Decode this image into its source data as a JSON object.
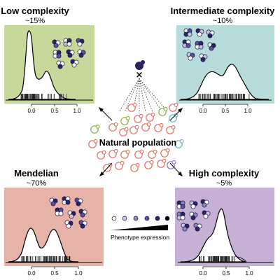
{
  "colors": {
    "low": "#c6d89a",
    "intermediate": "#b8dbdb",
    "mendelian": "#e7b2a8",
    "high": "#c6b0d6",
    "cell_red": "#e06d5c",
    "cell_green": "#7fb53b",
    "cell_teal": "#5ab9c1",
    "cell_purple": "#8b6bc0",
    "dark_dot": "#2a2466"
  },
  "center": {
    "label": "Natural population",
    "cross_symbol": "×"
  },
  "legend": {
    "label": "Phenotype expression"
  },
  "panels": {
    "low": {
      "title": "Low complexity",
      "percent": "~15%",
      "ticks": [
        "0.0",
        "0.5",
        "1.0"
      ]
    },
    "intermediate": {
      "title": "Intermediate complexity",
      "percent": "~10%",
      "ticks": [
        "0.0",
        "0.5",
        "1.0"
      ]
    },
    "mendelian": {
      "title": "Mendelian",
      "percent": "~70%",
      "ticks": [
        "0.0",
        "0.5",
        "1.0"
      ]
    },
    "high": {
      "title": "High complexity",
      "percent": "~5%",
      "ticks": [
        "0.0",
        "0.5",
        "1.0"
      ]
    }
  }
}
